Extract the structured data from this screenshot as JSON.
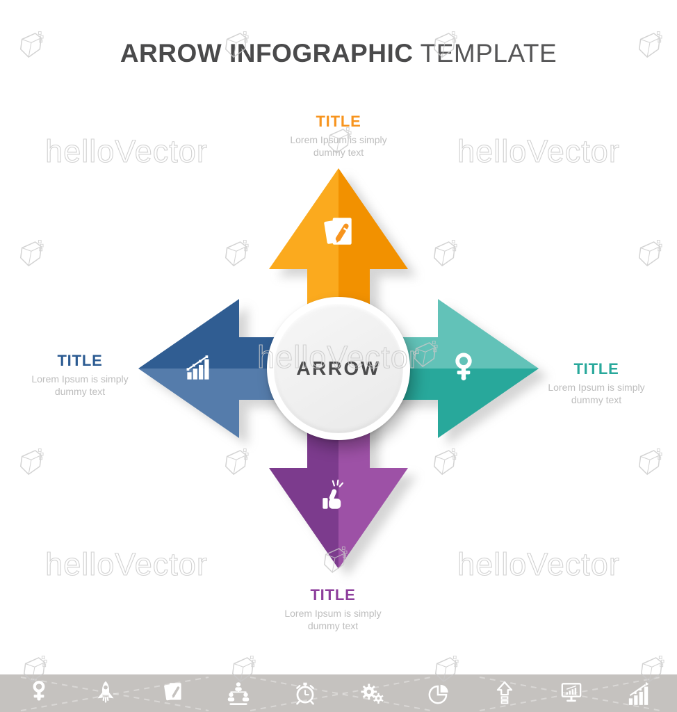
{
  "header": {
    "title_bold": "ARROW INFOGRAPHIC",
    "title_light": "TEMPLATE"
  },
  "center": {
    "label": "ARROW"
  },
  "sections": {
    "top": {
      "title": "TITLE",
      "description": "Lorem Ipsum is simply dummy text",
      "title_color": "#f7941e",
      "arrow_light": "#fbaa1e",
      "arrow_dark": "#f29100",
      "icon": "notepad-pencil-icon"
    },
    "left": {
      "title": "TITLE",
      "description": "Lorem Ipsum is simply dummy text",
      "title_color": "#2c5b92",
      "arrow_light": "#557cab",
      "arrow_dark": "#305d92",
      "icon": "growth-bar-chart-icon"
    },
    "right": {
      "title": "TITLE",
      "description": "Lorem Ipsum is simply dummy text",
      "title_color": "#28a89b",
      "arrow_light": "#62c2b8",
      "arrow_dark": "#28a89b",
      "icon": "key-icon"
    },
    "bottom": {
      "title": "TITLE",
      "description": "Lorem Ipsum is simply dummy text",
      "title_color": "#8d3e9c",
      "arrow_light": "#9d51a6",
      "arrow_dark": "#7c3b8d",
      "icon": "thumbs-up-click-icon"
    }
  },
  "watermark": {
    "text": "helloVector"
  },
  "footer": {
    "bar_color": "#c5c2bf",
    "icons": [
      "key-icon",
      "rocket-icon",
      "notepad-pencil-icon",
      "org-chart-people-icon",
      "stopwatch-icon",
      "gears-icon",
      "pie-chart-icon",
      "arrow-up-icon",
      "monitor-chart-icon",
      "bar-graph-arrow-icon"
    ]
  },
  "colors": {
    "background": "#ffffff",
    "heading": "#4a4a4b",
    "description_text": "#bdbdbd",
    "center_text": "#4a4a4b",
    "watermark": "#cbcbcb"
  }
}
